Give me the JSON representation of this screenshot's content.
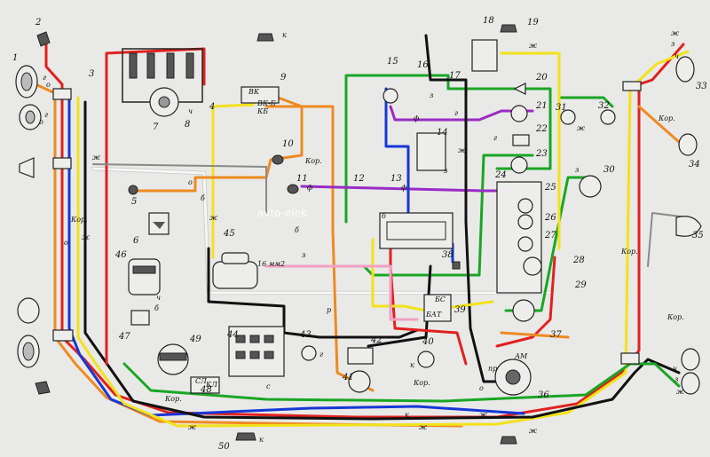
{
  "colors": {
    "red": "#e0211f",
    "yellow": "#f2e21b",
    "blue": "#1737d6",
    "green": "#19a624",
    "black": "#111111",
    "orange": "#ee8a22",
    "purple": "#9a2cc4",
    "pink": "#f2a0c4",
    "white": "#f7f7f7",
    "gray": "#8a8a8a",
    "background": "#e9e9e7"
  },
  "watermark": "avto-elek",
  "component_numbers": {
    "n1": "1",
    "n2": "2",
    "n3": "3",
    "n4": "4",
    "n5": "5",
    "n6": "6",
    "n7": "7",
    "n8": "8",
    "n9": "9",
    "n10": "10",
    "n11": "11",
    "n12": "12",
    "n13": "13",
    "n14": "14",
    "n15": "15",
    "n16": "16",
    "n17": "17",
    "n18": "18",
    "n19": "19",
    "n20": "20",
    "n21": "21",
    "n22": "22",
    "n23": "23",
    "n24": "24",
    "n25": "25",
    "n26": "26",
    "n27": "27",
    "n28": "28",
    "n29": "29",
    "n30": "30",
    "n31": "31",
    "n32": "32",
    "n33": "33",
    "n34": "34",
    "n35": "35",
    "n36": "36",
    "n37": "37",
    "n38": "38",
    "n39": "39",
    "n40": "40",
    "n41": "41",
    "n42": "42",
    "n43": "43",
    "n44": "44",
    "n45": "45",
    "n46": "46",
    "n47": "47",
    "n48": "48",
    "n49": "49",
    "n50": "50"
  },
  "wire_labels": {
    "g": "г",
    "o": "о",
    "zh": "ж",
    "k": "к",
    "ch": "ч",
    "f": "ф",
    "b": "б",
    "z": "з",
    "r": "р",
    "s": "с",
    "kor": "Кор.",
    "kb": "КБ",
    "vk": "ВК",
    "vkb": "ВК-Б",
    "mm2": "16 мм2",
    "bat": "БАТ",
    "bs": "БС",
    "am": "АМ",
    "sl": "СЛ",
    "kl": "КЛ",
    "pr": "пр"
  }
}
